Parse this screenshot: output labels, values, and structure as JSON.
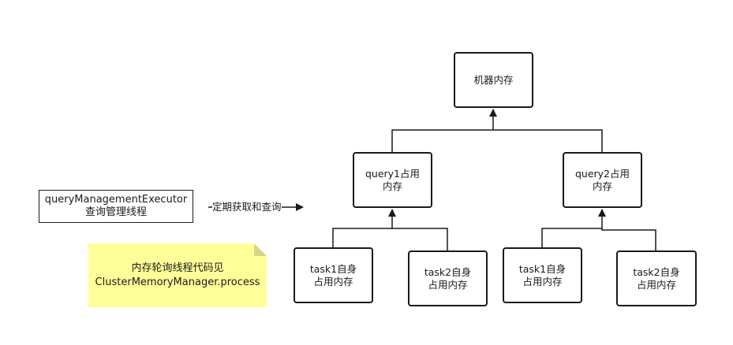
{
  "diagram": {
    "nodes": {
      "machine_memory": {
        "label": "机器内存"
      },
      "query1": {
        "label": "query1占用\n内存"
      },
      "query2": {
        "label": "query2占用\n内存"
      },
      "q1_task1": {
        "label": "task1自身\n占用内存"
      },
      "q1_task2": {
        "label": "task2自身\n占用内存"
      },
      "q2_task1": {
        "label": "task1自身\n占用内存"
      },
      "q2_task2": {
        "label": "task2自身\n占用内存"
      },
      "executor": {
        "label": "queryManagementExecutor\n查询管理线程"
      }
    },
    "edges": {
      "executor_label": "定期获取和查询"
    },
    "note": {
      "text": "内存轮询线程代码见\nClusterMemoryManager.process",
      "color": "#ffff99",
      "fold_color": "#d6d68a"
    }
  }
}
